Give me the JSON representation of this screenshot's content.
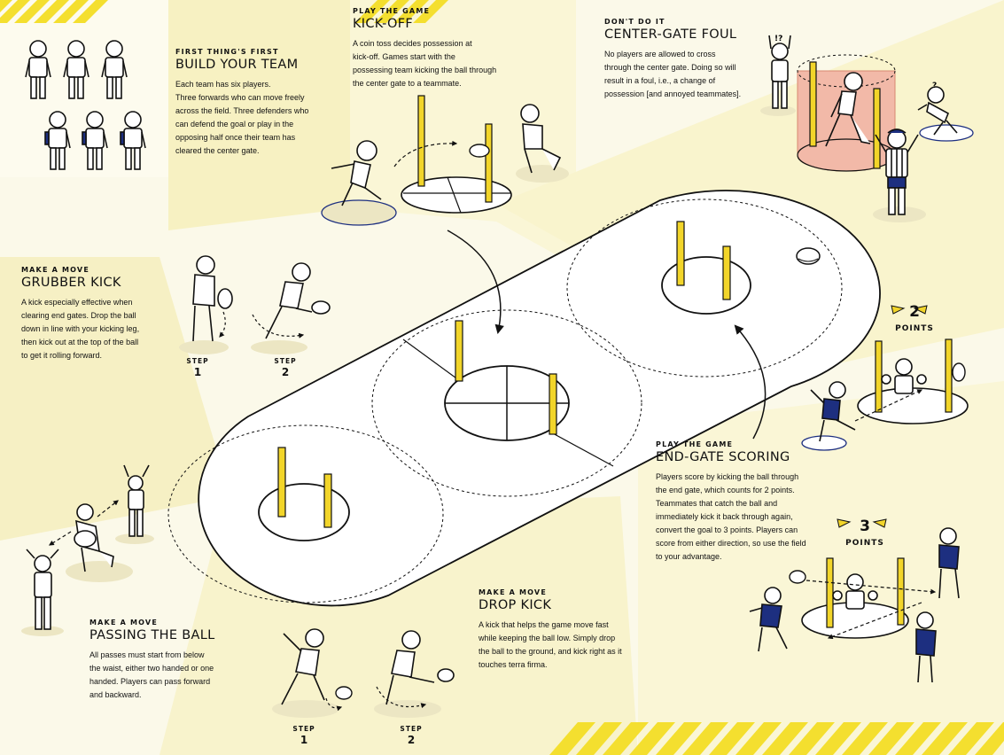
{
  "sections": {
    "build_team": {
      "kicker": "FIRST THING'S FIRST",
      "title": "BUILD YOUR TEAM",
      "lines": [
        "Each team has six players.",
        "Three forwards who can move freely",
        "across the field. Three defenders who",
        "can defend the goal or play in the",
        "opposing half once their team has",
        "cleared the center gate."
      ]
    },
    "kick_off": {
      "kicker": "PLAY THE GAME",
      "title": "KICK-OFF",
      "lines": [
        "A coin toss decides possession at",
        "kick-off. Games start with the",
        "possessing team kicking the ball through",
        "the center gate to a teammate."
      ]
    },
    "center_gate_foul": {
      "kicker": "DON'T DO IT",
      "title": "CENTER-GATE FOUL",
      "lines": [
        "No players are allowed to cross",
        "through the center gate. Doing so will",
        "result in a foul, i.e., a change of",
        "possession [and annoyed teammates]."
      ]
    },
    "grubber_kick": {
      "kicker": "MAKE A MOVE",
      "title": "GRUBBER KICK",
      "lines": [
        "A kick especially effective when",
        "clearing end gates. Drop the ball",
        "down in line with your kicking leg,",
        "then kick out at the top of the ball",
        "to get it rolling forward."
      ]
    },
    "end_gate_scoring": {
      "kicker": "PLAY THE GAME",
      "title": "END-GATE SCORING",
      "lines": [
        "Players score by kicking the ball through",
        "the end gate, which counts for 2 points.",
        "Teammates that catch the ball and",
        "immediately kick it back through again,",
        "convert the goal to 3 points. Players can",
        "score from either direction, so use the field",
        "to your advantage."
      ]
    },
    "drop_kick": {
      "kicker": "MAKE A MOVE",
      "title": "DROP KICK",
      "lines": [
        "A kick that helps the game move fast",
        "while keeping the ball low. Simply drop",
        "the ball to the ground, and kick right as it",
        "touches terra firma."
      ]
    },
    "passing": {
      "kicker": "MAKE A MOVE",
      "title": "PASSING THE BALL",
      "lines": [
        "All passes must start from below",
        "the waist, either two handed or one",
        "handed. Players can pass forward",
        "and backward."
      ]
    }
  },
  "steps": {
    "label": "STEP",
    "grubber": [
      "1",
      "2"
    ],
    "drop": [
      "1",
      "2"
    ]
  },
  "points": {
    "label": "POINTS",
    "two": "2",
    "three": "3"
  },
  "marks": {
    "qmark_1": "!?",
    "qmark_2": "?"
  },
  "colors": {
    "background": "#fbf9e9",
    "yellow_panel": "#f7f1c2",
    "accent_yellow": "#f4df2f",
    "post_yellow": "#f2d52a",
    "navy": "#1d2f80",
    "foul_zone": "#f2b9a8",
    "shadow": "#ece6c3"
  }
}
